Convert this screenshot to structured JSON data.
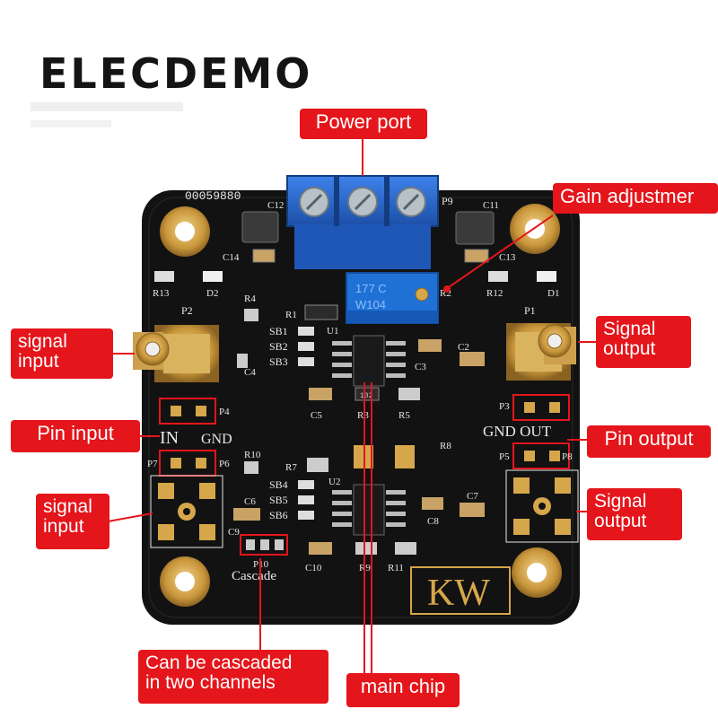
{
  "brand": {
    "name": "ELECDEMO"
  },
  "board": {
    "serial": "00059880",
    "logo": "KW",
    "pot_text": [
      "177 C",
      "W104"
    ],
    "components": {
      "c12": "C12",
      "p9": "P9",
      "c11": "C11",
      "c14": "C14",
      "c13": "C13",
      "r13": "R13",
      "d2": "D2",
      "r12": "R12",
      "d1": "D1",
      "r4": "R4",
      "r1": "R1",
      "r2": "R2",
      "u1": "U1",
      "p2": "P2",
      "p1": "P1",
      "sb1": "SB1",
      "sb2": "SB2",
      "sb3": "SB3",
      "c4": "C4",
      "c3": "C3",
      "c2": "C2",
      "c5": "C5",
      "r3": "R3",
      "r5": "R5",
      "p4": "P4",
      "p3": "P3",
      "in": "IN",
      "gnd_left": "GND",
      "gnd_out": "GND OUT",
      "p7": "P7",
      "p6_left": "P6",
      "p5": "P5",
      "p8": "P8",
      "r10": "R10",
      "r7": "R7",
      "r8": "R8",
      "u2": "U2",
      "sb4": "SB4",
      "sb5": "SB5",
      "sb6": "SB6",
      "c9": "C9",
      "c6": "C6",
      "c7": "C7",
      "c8": "C8",
      "c10": "C10",
      "r9": "R9",
      "r11": "R11",
      "p10": "P10",
      "cascade": "Cascade",
      "chip_code": "102"
    }
  },
  "callouts": {
    "power_port": "Power port",
    "gain_adjust": "Gain adjustmer",
    "signal_input_top": "signal\ninput",
    "signal_output_top": "Signal\noutput",
    "pin_input": "Pin input",
    "pin_output": "Pin output",
    "signal_input_bottom": "signal\ninput",
    "signal_output_bottom": "Signal\noutput",
    "cascade": "Can be cascaded\nin two channels",
    "main_chip": "main chip"
  },
  "colors": {
    "callout_bg": "#e4151b",
    "pcb": "#121212",
    "gold": "#d6a64a",
    "terminal_blue": "#2b6ad0",
    "pot_blue": "#1f71d6",
    "silkscreen": "#e8e8e8"
  }
}
